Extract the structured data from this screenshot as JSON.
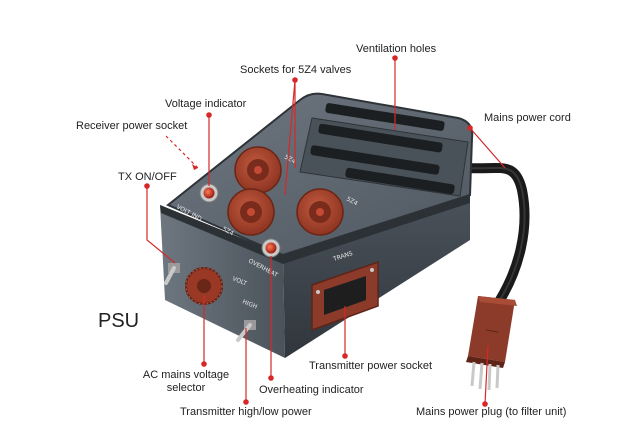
{
  "colors": {
    "leader": "#d62828",
    "case_top": "#5d6670",
    "case_side": "#3e454d",
    "socket": "#a8452e",
    "plug": "#8c3a2a",
    "cord": "#1a1a1a"
  },
  "title": "PSU",
  "callouts": {
    "ventilation": "Ventilation holes",
    "sockets": "Sockets for 5Z4 valves",
    "voltage_indicator": "Voltage indicator",
    "receiver_socket": "Receiver power socket",
    "mains_cord": "Mains power cord",
    "tx_onoff": "TX ON/OFF",
    "ac_selector_line1": "AC mains voltage",
    "ac_selector_line2": "selector",
    "overheat": "Overheating indicator",
    "tx_highlow": "Transmitter high/low power",
    "tx_socket": "Transmitter power socket",
    "mains_plug": "Mains power plug (to filter unit)"
  },
  "panel_markings": {
    "volt_ind": "VOLT IND",
    "overheat": "OVERHEAT",
    "trans": "TRANS",
    "z4_a": "5Z4",
    "z4_b": "5Z4",
    "z4_c": "5Z4",
    "high": "HIGH",
    "volt": "VOLT"
  }
}
